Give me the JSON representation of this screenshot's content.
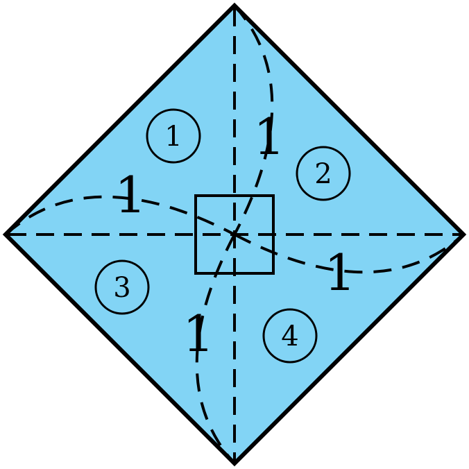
{
  "colors": {
    "fill": "#82d4f5",
    "stroke": "#000000"
  },
  "length_labels": [
    "1",
    "1",
    "1",
    "1"
  ],
  "region_labels": [
    "1",
    "2",
    "3",
    "4"
  ]
}
